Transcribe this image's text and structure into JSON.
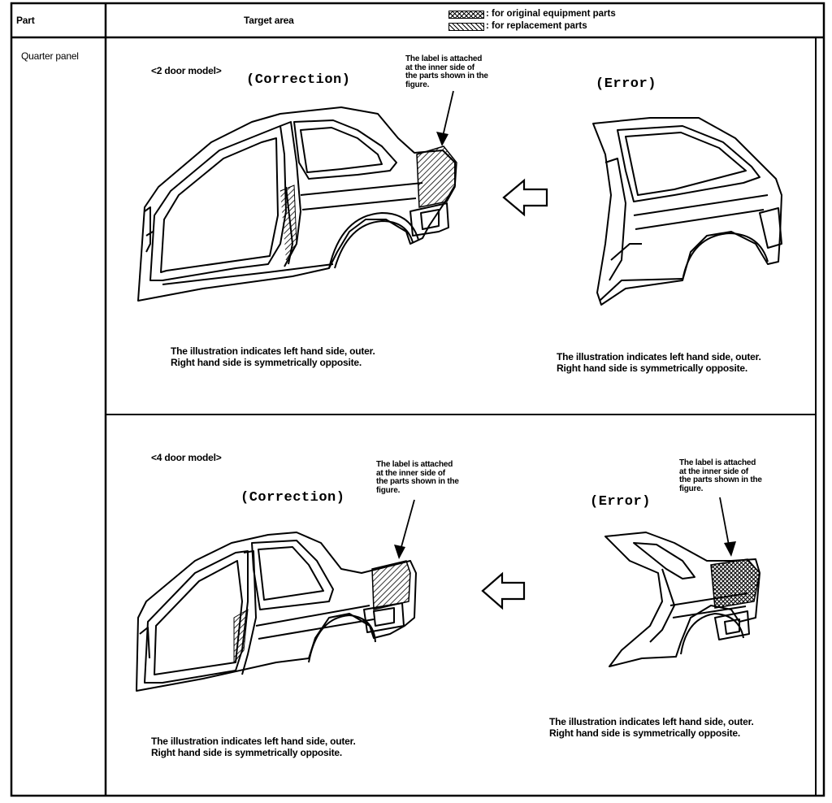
{
  "header": {
    "part_label": "Part",
    "target_label": "Target area",
    "legend": [
      {
        "pattern": "crosshatch",
        "text": ": for original equipment parts"
      },
      {
        "pattern": "diagonal",
        "text": ": for replacement parts"
      }
    ]
  },
  "part_name": "Quarter panel",
  "sections": [
    {
      "model": "<2 door model>",
      "correction_label": "(Correction)",
      "error_label": "(Error)",
      "label_note": [
        "The label is attached",
        "at the inner side of",
        "the parts shown in the",
        "figure."
      ],
      "caption_left": [
        "The illustration indicates left hand side, outer.",
        "Right hand side is symmetrically opposite."
      ],
      "caption_right": [
        "The illustration indicates left hand side, outer.",
        "Right hand side is symmetrically opposite."
      ]
    },
    {
      "model": "<4 door model>",
      "correction_label": "(Correction)",
      "error_label": "(Error)",
      "label_note": [
        "The label is attached",
        "at the inner side of",
        "the parts shown in the",
        "figure."
      ],
      "label_note_error": [
        "The label is attached",
        "at the inner side of",
        "the parts shown in the",
        "figure."
      ],
      "caption_left": [
        "The illustration indicates left hand side, outer.",
        "Right hand side is symmetrically opposite."
      ],
      "caption_right": [
        "The illustration indicates left hand side, outer.",
        "Right hand side is symmetrically opposite."
      ]
    }
  ]
}
